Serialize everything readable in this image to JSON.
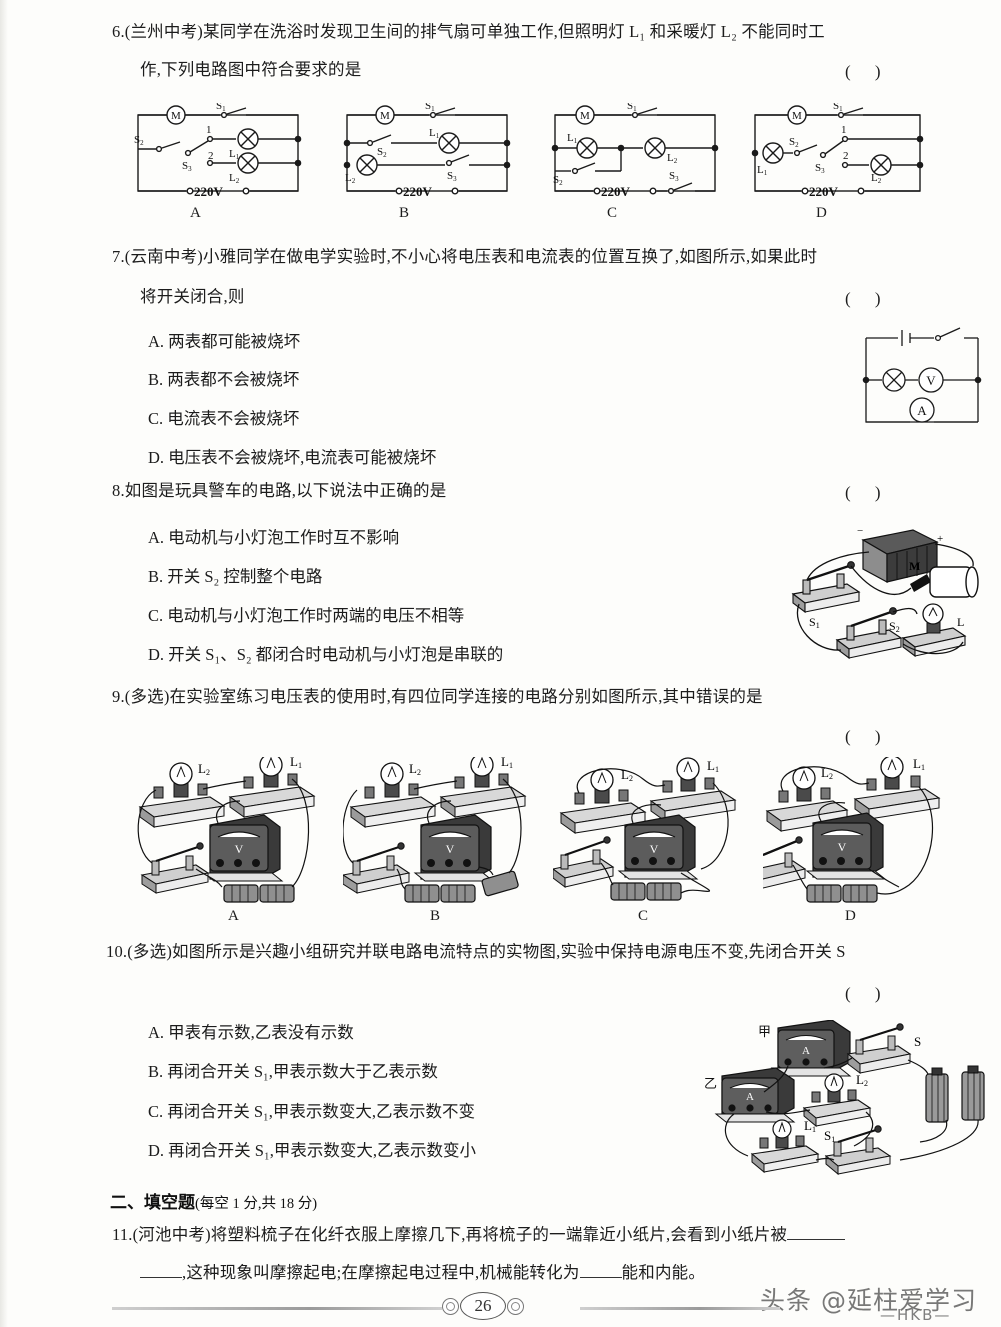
{
  "page": {
    "number": "26",
    "watermark_main": "头条 @延柱爱学习",
    "watermark_sub": "—HKB—"
  },
  "questions": [
    {
      "id": "q6",
      "number": "6.",
      "tag": "(兰州中考)",
      "line1": "6.(兰州中考)某同学在洗浴时发现卫生间的排气扇可单独工作,但照明灯 L₁ 和采暖灯 L₂ 不能同时工",
      "line2": "作,下列电路图中符合要求的是",
      "answer_paren": "(        )",
      "figures": [
        {
          "label": "A",
          "source": "220V",
          "components": [
            "M",
            "S₁",
            "S₂",
            "S₃",
            "L₁",
            "L₂"
          ],
          "terminals": [
            "1",
            "2"
          ]
        },
        {
          "label": "B",
          "source": "220V",
          "components": [
            "M",
            "S₁",
            "S₂",
            "S₃",
            "L₁",
            "L₂"
          ],
          "terminals": []
        },
        {
          "label": "C",
          "source": "220V",
          "components": [
            "M",
            "S₁",
            "S₂",
            "S₃",
            "L₁",
            "L₂"
          ],
          "terminals": []
        },
        {
          "label": "D",
          "source": "220V",
          "components": [
            "M",
            "S₁",
            "S₂",
            "S₃",
            "L₁",
            "L₂"
          ],
          "terminals": [
            "1",
            "2"
          ]
        }
      ]
    },
    {
      "id": "q7",
      "line1": "7.(云南中考)小雅同学在做电学实验时,不小心将电压表和电流表的位置互换了,如图所示,如果此时",
      "line2": "将开关闭合,则",
      "answer_paren": "(        )",
      "options": [
        "A. 两表都可能被烧坏",
        "B. 两表都不会被烧坏",
        "C. 电流表不会被烧坏",
        "D. 电压表不会被烧坏,电流表可能被烧坏"
      ],
      "figure": {
        "meters": [
          "V",
          "A"
        ],
        "components": [
          "battery",
          "switch",
          "lamp"
        ]
      }
    },
    {
      "id": "q8",
      "line1": "8.如图是玩具警车的电路,以下说法中正确的是",
      "answer_paren": "(        )",
      "options": [
        "A. 电动机与小灯泡工作时互不影响",
        "B. 开关 S₂ 控制整个电路",
        "C. 电动机与小灯泡工作时两端的电压不相等",
        "D. 开关 S₁、S₂ 都闭合时电动机与小灯泡是串联的"
      ],
      "figure": {
        "labels": [
          "M",
          "L",
          "S₁",
          "S₂",
          "−",
          "+"
        ]
      }
    },
    {
      "id": "q9",
      "line1": "9.(多选)在实验室练习电压表的使用时,有四位同学连接的电路分别如图所示,其中错误的是",
      "answer_paren": "(        )",
      "figures": [
        {
          "label": "A",
          "lamps": [
            "L₂",
            "L₁"
          ],
          "meter": "V"
        },
        {
          "label": "B",
          "lamps": [
            "L₂",
            "L₁"
          ],
          "meter": "V"
        },
        {
          "label": "C",
          "lamps": [
            "L₂",
            "L₁"
          ],
          "meter": "V"
        },
        {
          "label": "D",
          "lamps": [
            "L₂",
            "L₁"
          ],
          "meter": "V"
        }
      ]
    },
    {
      "id": "q10",
      "line1": "10.(多选)如图所示是兴趣小组研究并联电路电流特点的实物图,实验中保持电源电压不变,先闭合开关 S",
      "answer_paren": "(        )",
      "options": [
        "A. 甲表有示数,乙表没有示数",
        "B. 再闭合开关 S₁,甲表示数大于乙表示数",
        "C. 再闭合开关 S₁,甲表示数变大,乙表示数不变",
        "D. 再闭合开关 S₁,甲表示数变大,乙表示数变小"
      ],
      "figure": {
        "meters": [
          "甲",
          "乙"
        ],
        "meter_symbol": "A",
        "lamps": [
          "L₁",
          "L₂"
        ],
        "switches": [
          "S",
          "S₁"
        ]
      }
    },
    {
      "id": "q11",
      "line1_a": "11.(河池中考)将塑料梳子在化纤衣服上摩擦几下,再将梳子的一端靠近小纸片,会看到小纸片被",
      "line2_a": ",这种现象叫摩擦起电;在摩擦起电过程中,机械能转化为",
      "line2_b": "能和内能。"
    }
  ],
  "section_heading": {
    "text": "二、填空题",
    "detail": "(每空 1 分,共 18 分)"
  },
  "colors": {
    "ink": "#1c1c1c",
    "paper": "#fdfdfb",
    "rule": "#9a9a9a"
  }
}
